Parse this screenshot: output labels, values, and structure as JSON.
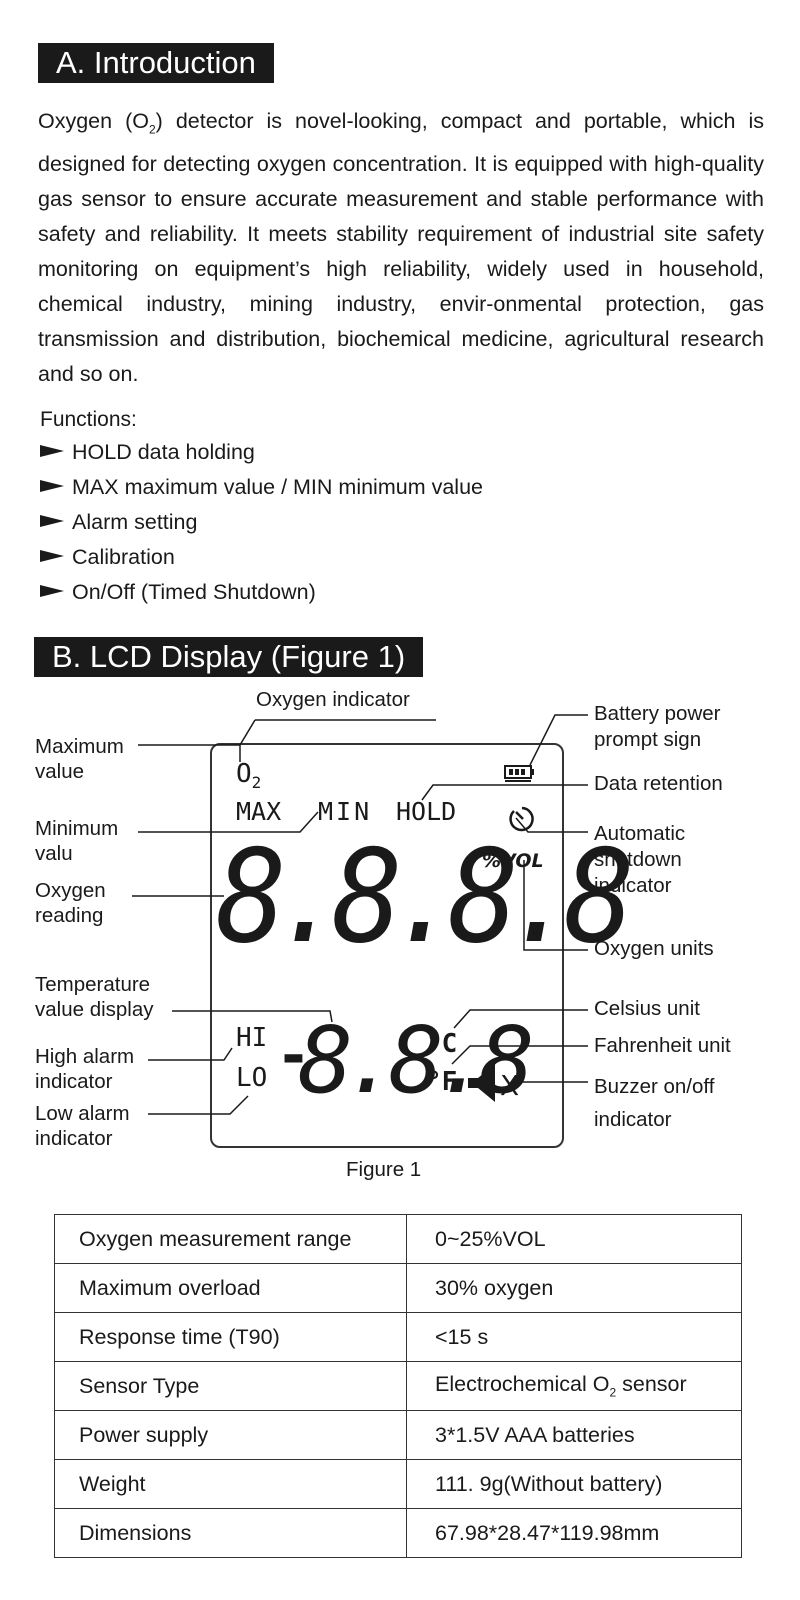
{
  "section_a": {
    "title": "A. Introduction",
    "intro_before": "Oxygen (O",
    "intro_sub": "2",
    "intro_after": ") detector is novel-looking, compact and portable, which is designed for detecting oxygen concentration. It is equipped with high-quality gas sensor to ensure accurate measurement and stable performance with safety and reliability. It meets stability requirement of industrial site safety monitoring on equipment’s high reliability, widely used in household, chemical industry, mining industry, envir-onmental protection, gas transmission and distribution, biochemical medicine, agricultural research and so on.",
    "functions_title": "Functions:",
    "functions": [
      "HOLD data holding",
      "MAX maximum value / MIN minimum value",
      "Alarm setting",
      "Calibration",
      "On/Off (Timed Shutdown)"
    ]
  },
  "section_b": {
    "title": "B. LCD Display (Figure 1)",
    "lcd": {
      "o2": "O",
      "o2_sub": "2",
      "max": "MAX",
      "min": "MIN",
      "hold": "HOLD",
      "unit_vol": "%VOL",
      "main_digits": "8.8.8.8",
      "hi": "HI",
      "lo": "LO",
      "minus": "-",
      "temp_digits": "8.8.8",
      "celsius": "°C",
      "fahrenheit": "°F",
      "buzzer_x": "X"
    },
    "callouts": {
      "oxygen_indicator": "Oxygen indicator",
      "maximum_value": "Maximum\nvalue",
      "minimum_value": "Minimum\nvalu",
      "oxygen_reading": "Oxygen\nreading",
      "temperature_display": "Temperature\nvalue display",
      "high_alarm": "High alarm\nindicator",
      "low_alarm": "Low alarm\nindicator",
      "battery": "Battery power\nprompt sign",
      "data_retention": "Data retention",
      "auto_shutdown": "Automatic\nshutdown\nindicator",
      "oxygen_units": "Oxygen units",
      "celsius_unit": "Celsius unit",
      "fahrenheit_unit": "Fahrenheit unit",
      "buzzer": "Buzzer on/off\nindicator"
    },
    "figure_caption": "Figure 1"
  },
  "spec_table": [
    {
      "label": "Oxygen measurement range",
      "value": "0~25%VOL"
    },
    {
      "label": "Maximum overload",
      "value": "30% oxygen"
    },
    {
      "label": "Response time (T90)",
      "value": "<15 s"
    },
    {
      "label": "Sensor Type",
      "value_before": "Electrochemical O",
      "value_sub": "2",
      "value_after": " sensor"
    },
    {
      "label": "Power supply",
      "value": "3*1.5V AAA batteries"
    },
    {
      "label": "Weight",
      "value": "111. 9g(Without battery)"
    },
    {
      "label": "Dimensions",
      "value": "67.98*28.47*119.98mm"
    }
  ]
}
